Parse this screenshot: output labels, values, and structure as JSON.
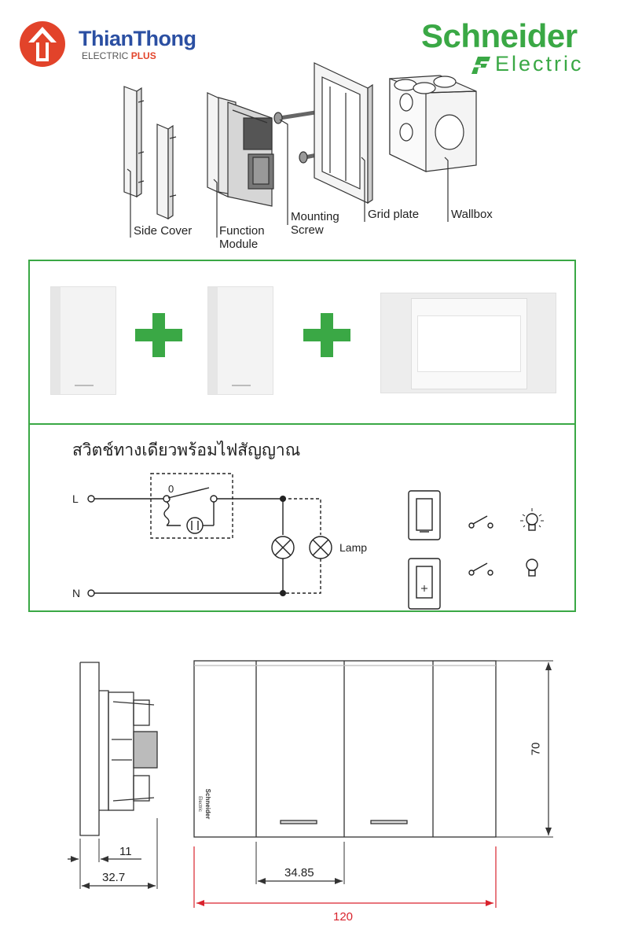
{
  "brand_left": {
    "name_a": "Thian",
    "name_b": "Thong",
    "sub_a": "ELECTRIC ",
    "sub_b": "PLUS",
    "color_blue": "#2b4fa2",
    "color_red": "#e2432a"
  },
  "brand_right": {
    "line1": "Schneider",
    "line2": "Electric",
    "color": "#3aa845"
  },
  "exploded": {
    "side_cover": "Side Cover",
    "function_module": [
      "Function",
      "Module"
    ],
    "mounting_screw": [
      "Mounting",
      "Screw"
    ],
    "grid_plate": "Grid plate",
    "wallbox": "Wallbox"
  },
  "combo": {
    "plus_color": "#3aa845"
  },
  "wiring": {
    "title": "สวิตช์ทางเดียวพร้อมไฟสัญญาณ",
    "L": "L",
    "N": "N",
    "zero": "0",
    "lamp": "Lamp"
  },
  "dimensions": {
    "side_11": "11",
    "side_32_7": "32.7",
    "module_width": "34.85",
    "total_width": "120",
    "height": "70",
    "plate_logo": "Schneider",
    "plate_logo_sub": "Electric",
    "total_color": "#d9232d"
  }
}
